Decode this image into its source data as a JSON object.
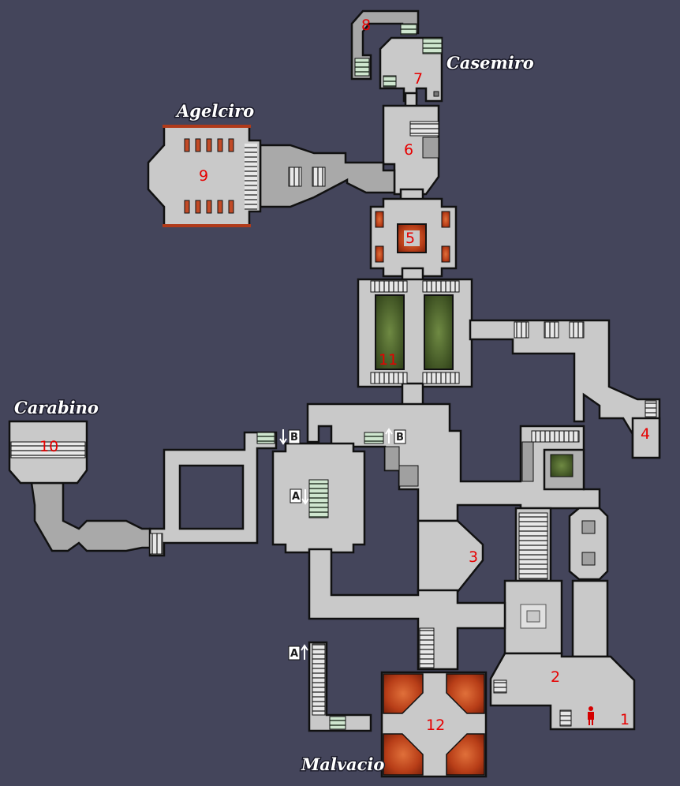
{
  "bosses": {
    "casemiro": "Casemiro",
    "agelciro": "Agelciro",
    "carabino": "Carabino",
    "malvacio": "Malvacio"
  },
  "rooms": {
    "r1": "1",
    "r2": "2",
    "r3": "3",
    "r4": "4",
    "r5": "5",
    "r6": "6",
    "r7": "7",
    "r8": "8",
    "r9": "9",
    "r10": "10",
    "r11": "11",
    "r12": "12"
  },
  "warps": {
    "a": "A",
    "b": "B"
  },
  "colors": {
    "background": "#44455b",
    "floor": "#c9c9c9",
    "wall": "#111111",
    "room_number": "#e60000",
    "lava": "#c8481e",
    "moss": "#4f6b2c",
    "player": "#d40000"
  },
  "icons": {
    "player": "player-figure-icon",
    "stairs": "stairs-icon",
    "arrow_down": "arrow-down-icon",
    "arrow_up": "arrow-up-icon"
  }
}
